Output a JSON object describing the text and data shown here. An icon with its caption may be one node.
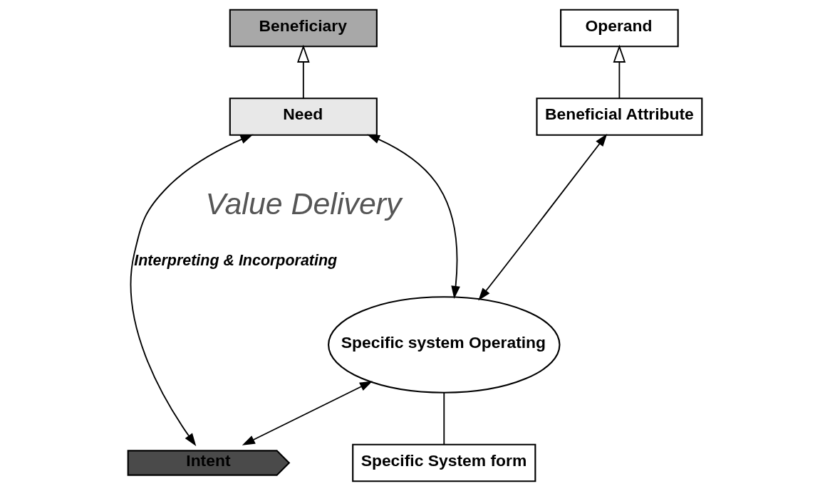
{
  "diagram": {
    "nodes": [
      {
        "text": [
          "Beneficiary"
        ]
      },
      {
        "text": [
          "Need"
        ]
      },
      {
        "text": [
          "Operand"
        ]
      },
      {
        "text": [
          "Beneficial Attribute"
        ]
      },
      {
        "text": [
          "Specific system Operating"
        ]
      },
      {
        "text": [
          "Intent"
        ]
      },
      {
        "text": [
          "Specific System form"
        ]
      }
    ],
    "edges": [
      {
        "from": 1,
        "to": 0,
        "arrow": "to"
      },
      {
        "from": 3,
        "to": 2,
        "arrow": "to"
      },
      {
        "from": 3,
        "to": 4,
        "arrow": "both"
      },
      {
        "from": 1,
        "to": 4,
        "arrow": "both"
      },
      {
        "from": 1,
        "to": 5,
        "arrow": "both",
        "label": "Interpreting & Incorporating"
      },
      {
        "from": 5,
        "to": 4,
        "arrow": "both"
      },
      {
        "from": 4,
        "to": 6,
        "arrow": "none"
      }
    ],
    "labels": [
      "Value Delivery"
    ]
  }
}
